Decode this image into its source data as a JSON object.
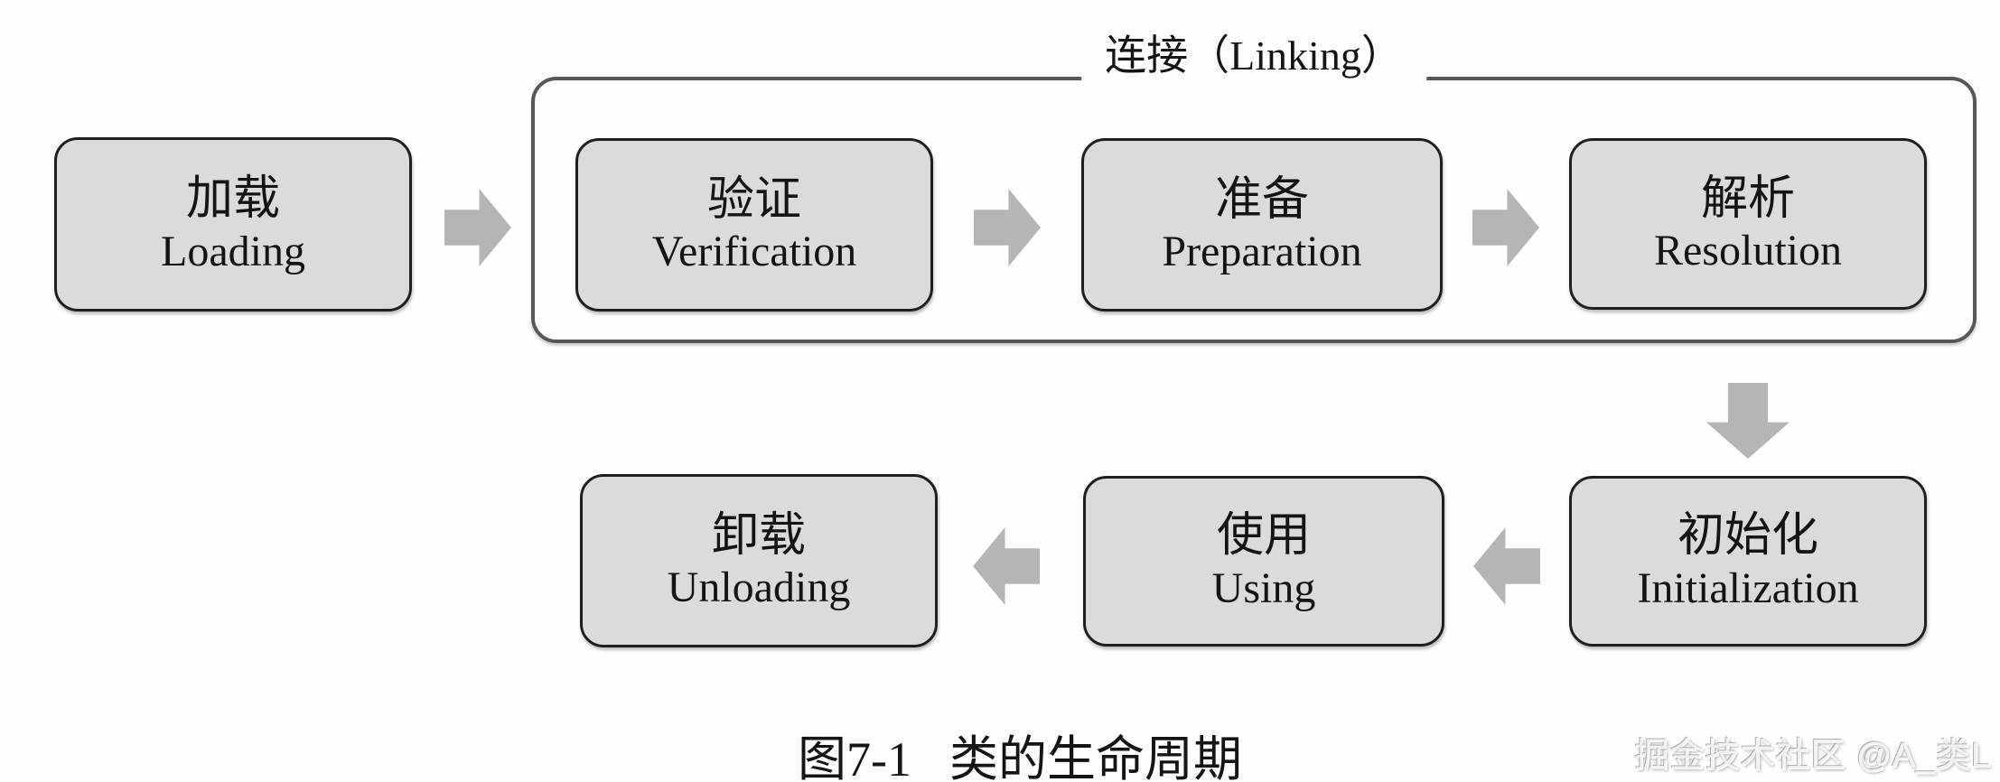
{
  "figure": {
    "caption_label": "图7-1",
    "caption_title": "类的生命周期",
    "watermark": "掘金技术社区 @A_类L"
  },
  "linking_group": {
    "title": "连接（Linking）"
  },
  "stages": {
    "loading": {
      "zh": "加载",
      "en": "Loading"
    },
    "verification": {
      "zh": "验证",
      "en": "Verification"
    },
    "preparation": {
      "zh": "准备",
      "en": "Preparation"
    },
    "resolution": {
      "zh": "解析",
      "en": "Resolution"
    },
    "initialization": {
      "zh": "初始化",
      "en": "Initialization"
    },
    "using": {
      "zh": "使用",
      "en": "Using"
    },
    "unloading": {
      "zh": "卸载",
      "en": "Unloading"
    }
  },
  "colors": {
    "background": "#fefefe",
    "box_fill": "#d9dcda",
    "box_border": "#1e1f20",
    "group_border": "#55585a",
    "arrow": "#b3b6b8",
    "text": "#141414"
  }
}
